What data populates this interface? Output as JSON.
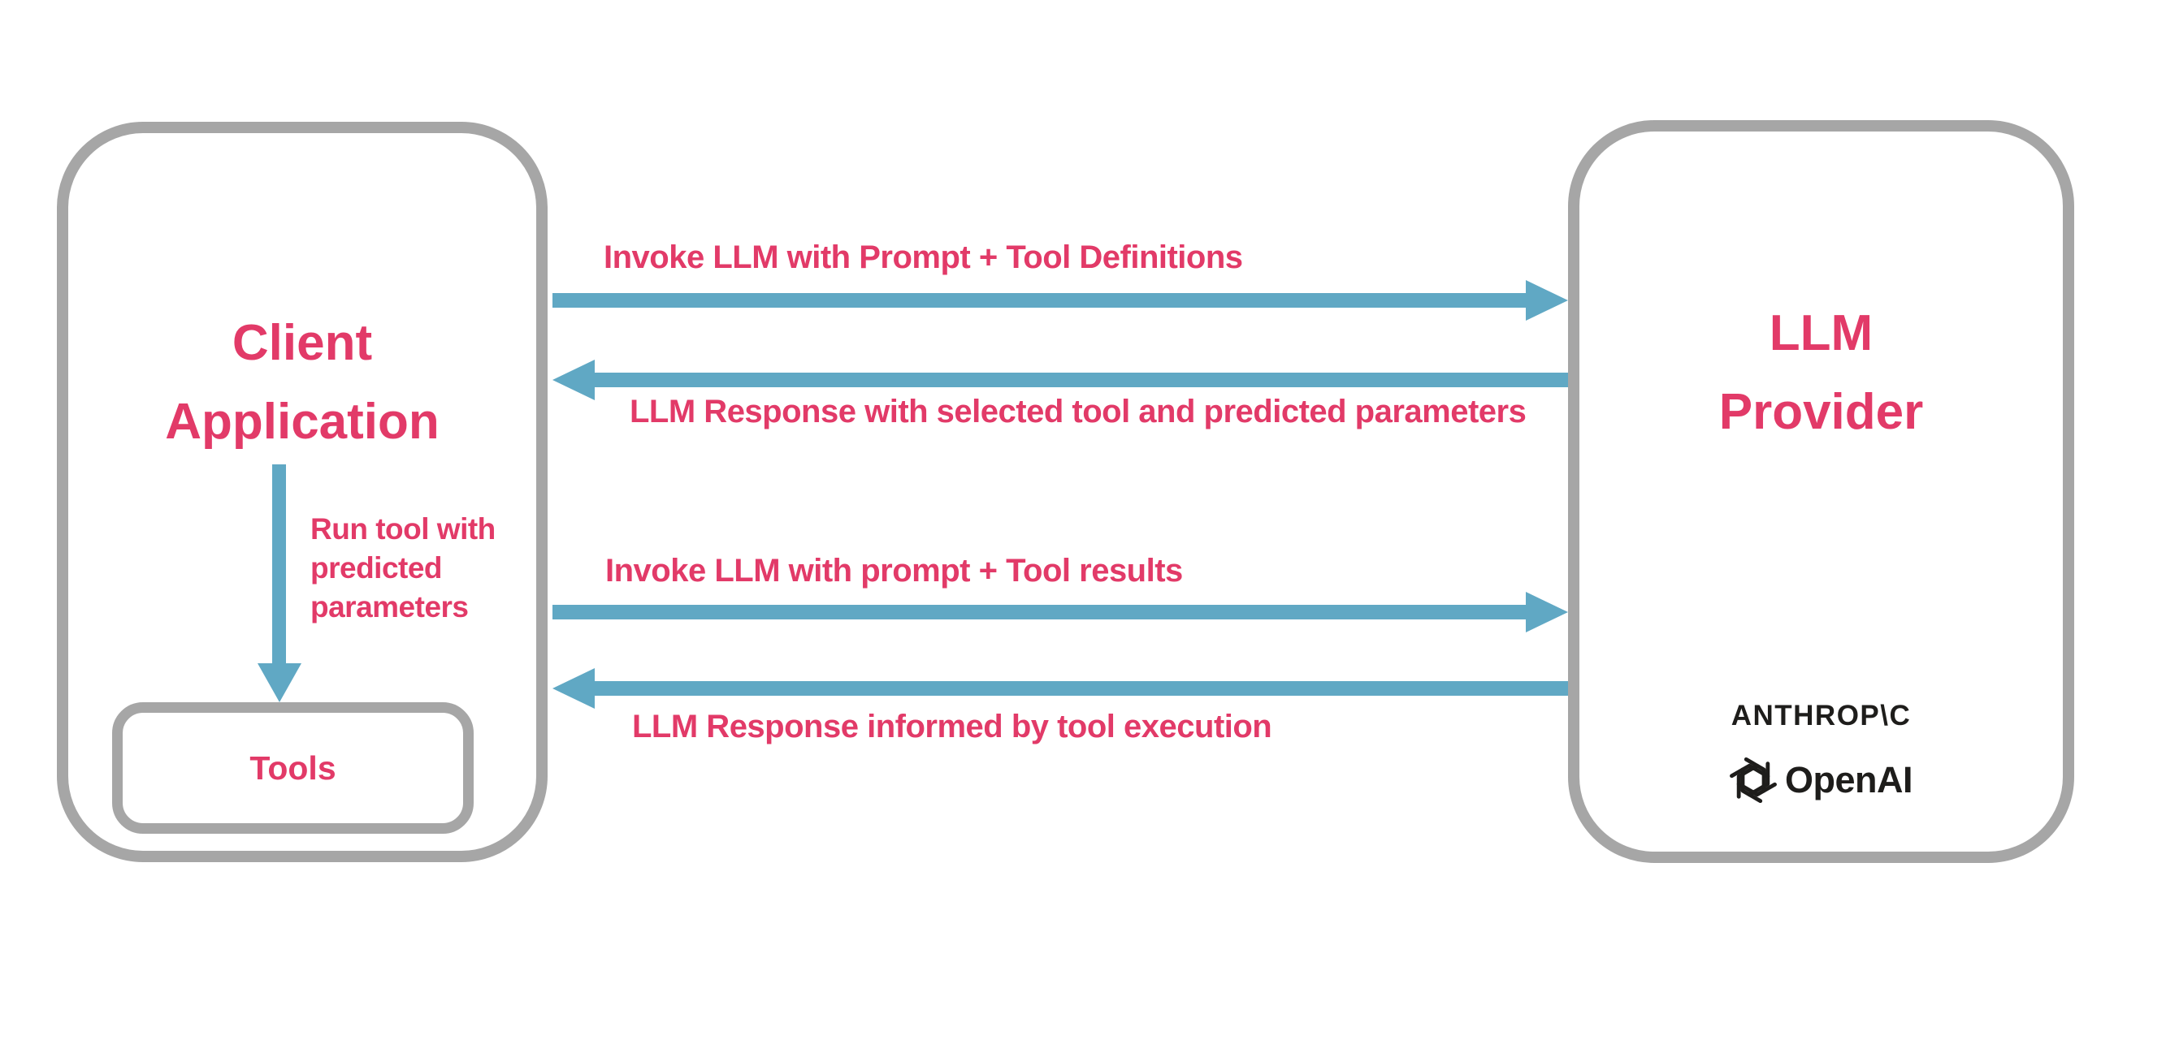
{
  "colors": {
    "accent_pink": "#E23A68",
    "arrow_blue": "#60A8C4",
    "box_border_gray": "#A6A6A6",
    "logo_black": "#1E1D1B",
    "background": "#FFFFFF"
  },
  "client_box": {
    "title_lines": [
      "Client",
      "Application"
    ],
    "tools_label": "Tools"
  },
  "provider_box": {
    "title_lines": [
      "LLM",
      "Provider"
    ],
    "logos": {
      "anthropic_wordmark": "ANTHROP\\C",
      "openai_wordmark": "OpenAI",
      "openai_icon": "openai-flower-logo"
    }
  },
  "run_tool_label_lines": [
    "Run tool with",
    "predicted",
    "parameters"
  ],
  "arrows": [
    {
      "direction": "right",
      "from": "Client Application",
      "to": "LLM Provider",
      "label": "Invoke LLM with Prompt + Tool Definitions"
    },
    {
      "direction": "left",
      "from": "LLM Provider",
      "to": "Client Application",
      "label": "LLM Response with selected tool and predicted parameters"
    },
    {
      "direction": "right",
      "from": "Client Application",
      "to": "LLM Provider",
      "label": "Invoke LLM with prompt + Tool results"
    },
    {
      "direction": "left",
      "from": "LLM Provider",
      "to": "Client Application",
      "label": "LLM Response informed by tool execution"
    }
  ],
  "down_arrow": {
    "from": "Client Application",
    "to": "Tools"
  }
}
